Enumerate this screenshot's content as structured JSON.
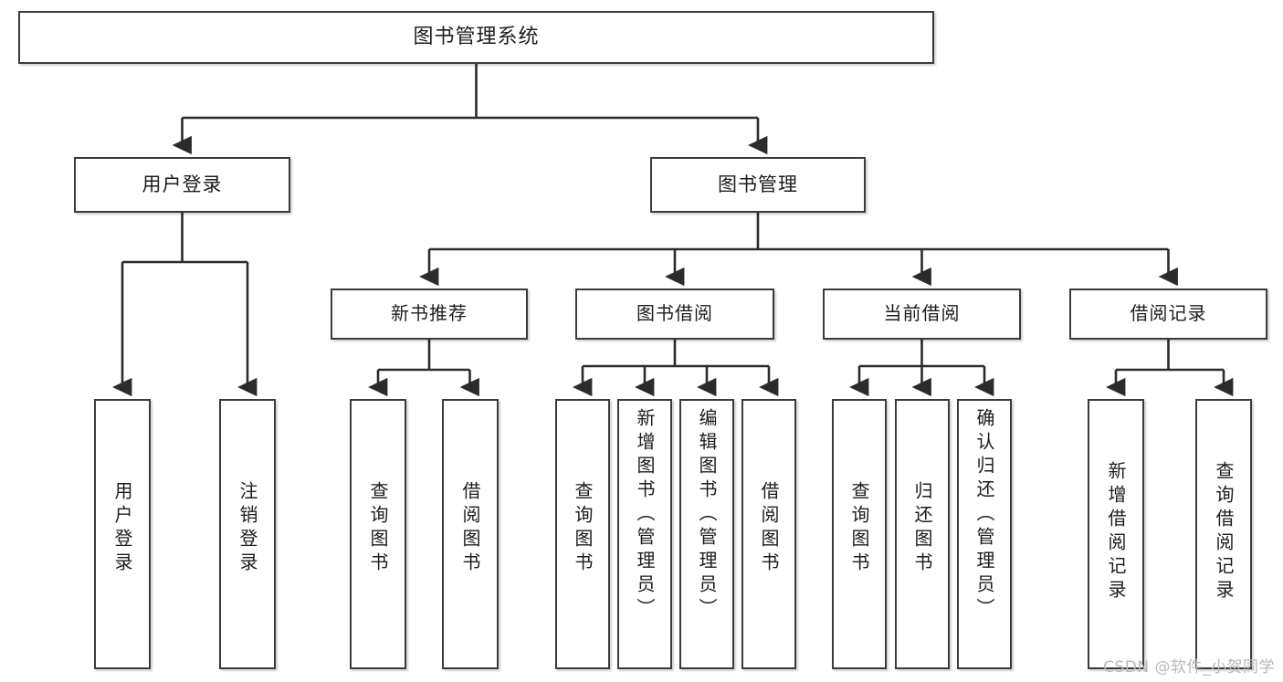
{
  "diagram": {
    "type": "tree",
    "title": "图书管理系统",
    "watermark": "CSDN @软件_小贺同学",
    "colors": {
      "box_border": "#3b3b3b",
      "box_fill": "#ffffff",
      "edge": "#2b2b2b",
      "text": "#1c1c1c",
      "watermark": "#b9b9b9"
    },
    "nodes": {
      "root": {
        "label": "图书管理系统"
      },
      "level2": [
        {
          "label": "用户登录"
        },
        {
          "label": "图书管理"
        }
      ],
      "level3": [
        {
          "label": "新书推荐"
        },
        {
          "label": "图书借阅"
        },
        {
          "label": "当前借阅"
        },
        {
          "label": "借阅记录"
        }
      ],
      "leaves": {
        "user_login": [
          {
            "label": "用户登录"
          },
          {
            "label": "注销登录"
          }
        ],
        "new_book": [
          {
            "label": "查询图书"
          },
          {
            "label": "借阅图书"
          }
        ],
        "borrow_book": [
          {
            "label": "查询图书"
          },
          {
            "label": "新增图书（管理员）"
          },
          {
            "label": "编辑图书（管理员）"
          },
          {
            "label": "借阅图书"
          }
        ],
        "current_borrow": [
          {
            "label": "查询图书"
          },
          {
            "label": "归还图书"
          },
          {
            "label": "确认归还（管理员）"
          }
        ],
        "borrow_record": [
          {
            "label": "新增借阅记录"
          },
          {
            "label": "查询借阅记录"
          }
        ]
      }
    }
  }
}
